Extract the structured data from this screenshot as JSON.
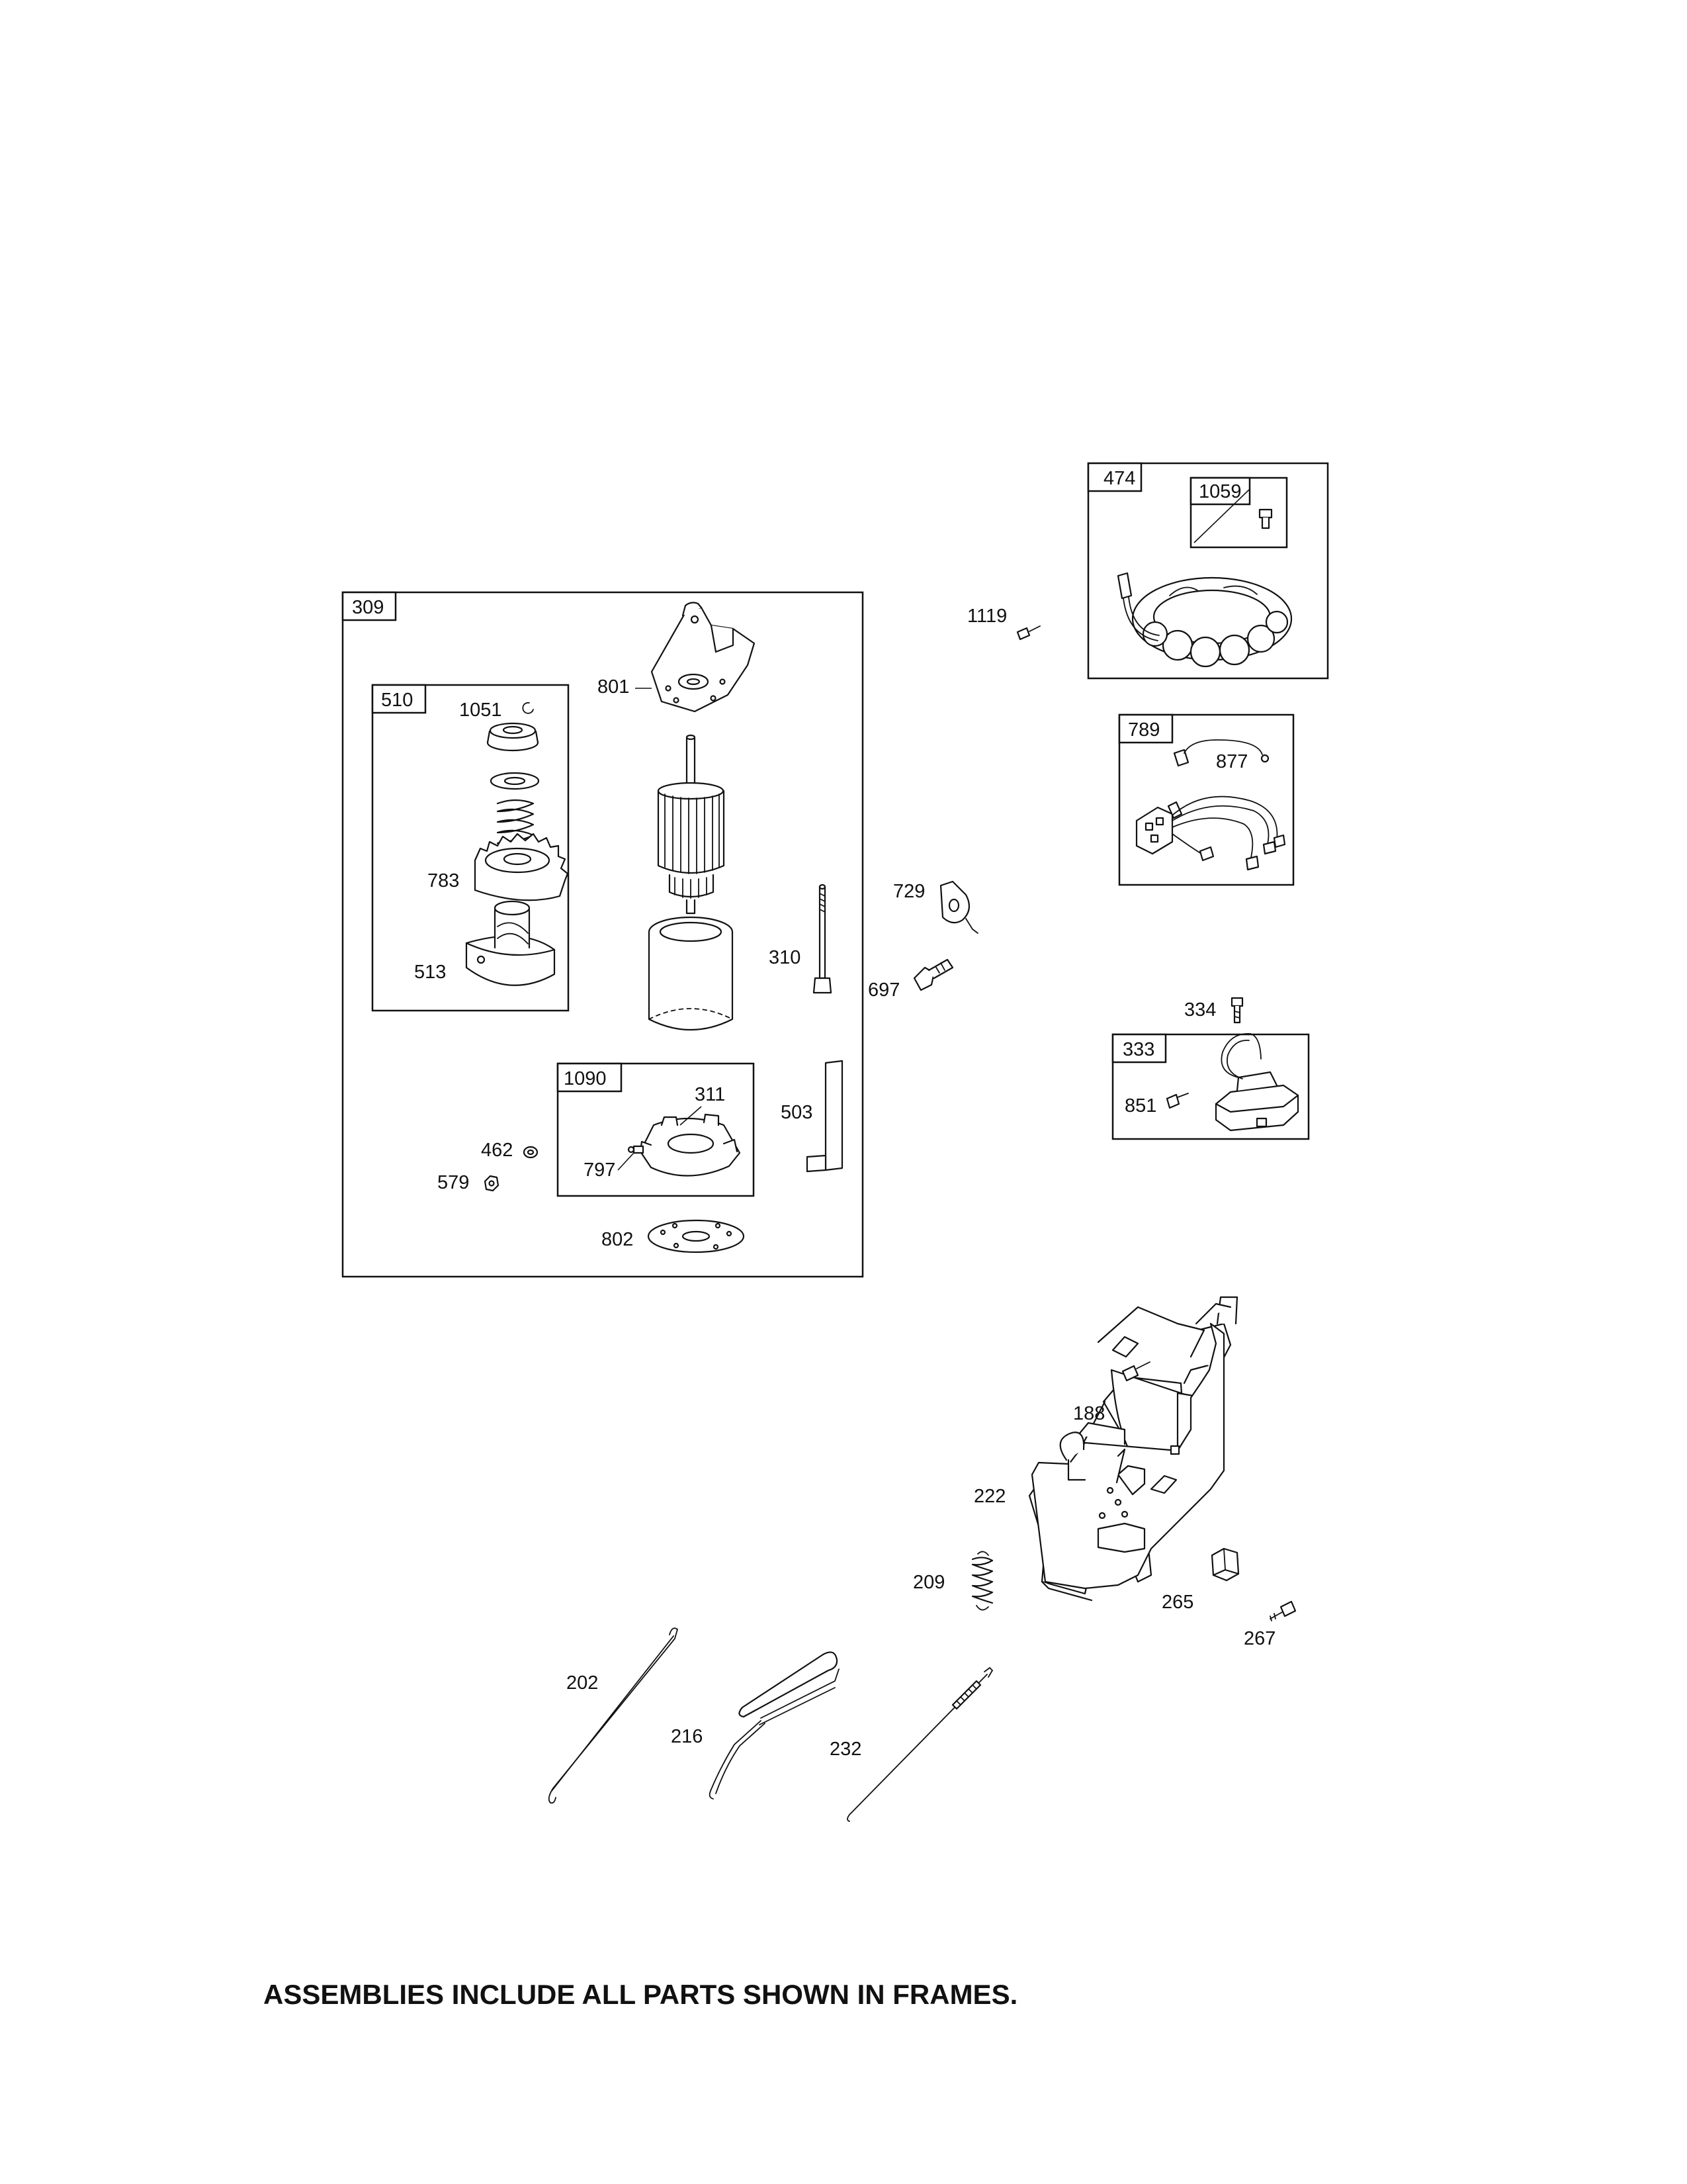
{
  "frames": {
    "309": "309",
    "510": "510",
    "1090": "1090",
    "474": "474",
    "1059": "1059",
    "789": "789",
    "333": "333"
  },
  "callouts": {
    "801": "801",
    "1051": "1051",
    "783": "783",
    "513": "513",
    "310": "310",
    "311": "311",
    "797": "797",
    "503": "503",
    "462": "462",
    "579": "579",
    "802": "802",
    "1119": "1119",
    "877": "877",
    "729": "729",
    "697": "697",
    "334": "334",
    "851": "851",
    "188": "188",
    "222": "222",
    "209": "209",
    "265": "265",
    "267": "267",
    "202": "202",
    "216": "216",
    "232": "232"
  },
  "note": "ASSEMBLIES INCLUDE ALL PARTS SHOWN IN FRAMES."
}
